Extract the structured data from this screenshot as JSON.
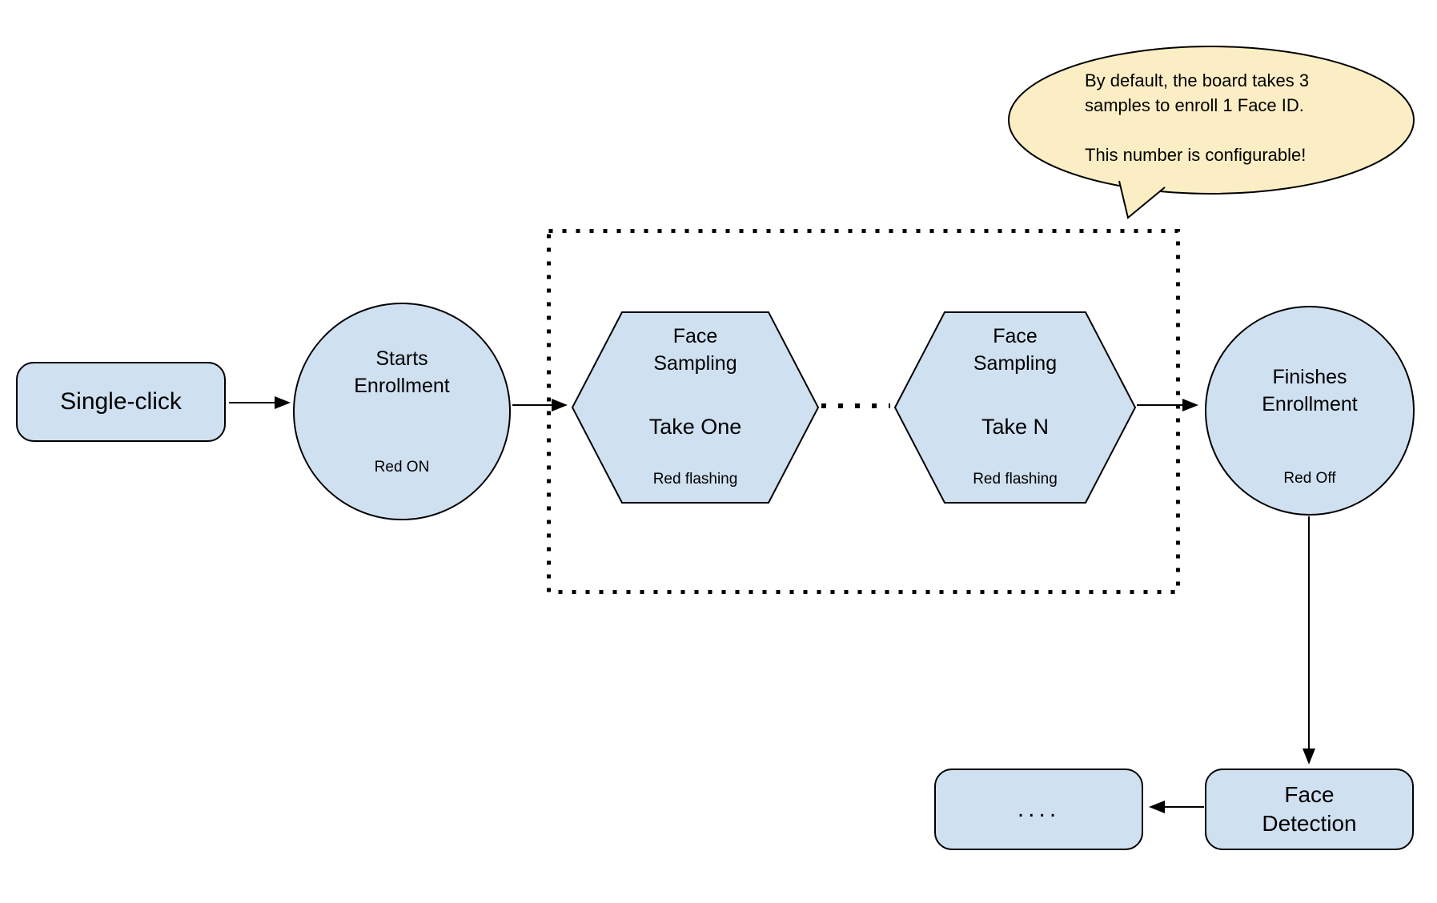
{
  "colors": {
    "node_fill": "#cfe0f0",
    "node_stroke": "#000000",
    "callout_fill": "#fbedc4",
    "text": "#000000"
  },
  "callout": {
    "line1": "By default, the board takes 3",
    "line2": "samples to enroll 1 Face ID.",
    "line3": "This number is configurable!"
  },
  "nodes": {
    "single_click": {
      "label": "Single-click"
    },
    "starts_enrollment": {
      "label": "Starts\nEnrollment",
      "status": "Red ON"
    },
    "take_one": {
      "title": "Face\nSampling",
      "label": "Take One",
      "status": "Red flashing"
    },
    "take_n": {
      "title": "Face\nSampling",
      "label": "Take N",
      "status": "Red flashing"
    },
    "finishes_enrollment": {
      "label": "Finishes\nEnrollment",
      "status": "Red Off"
    },
    "face_detection": {
      "label": "Face\nDetection"
    },
    "continuation": {
      "label": "...."
    }
  }
}
